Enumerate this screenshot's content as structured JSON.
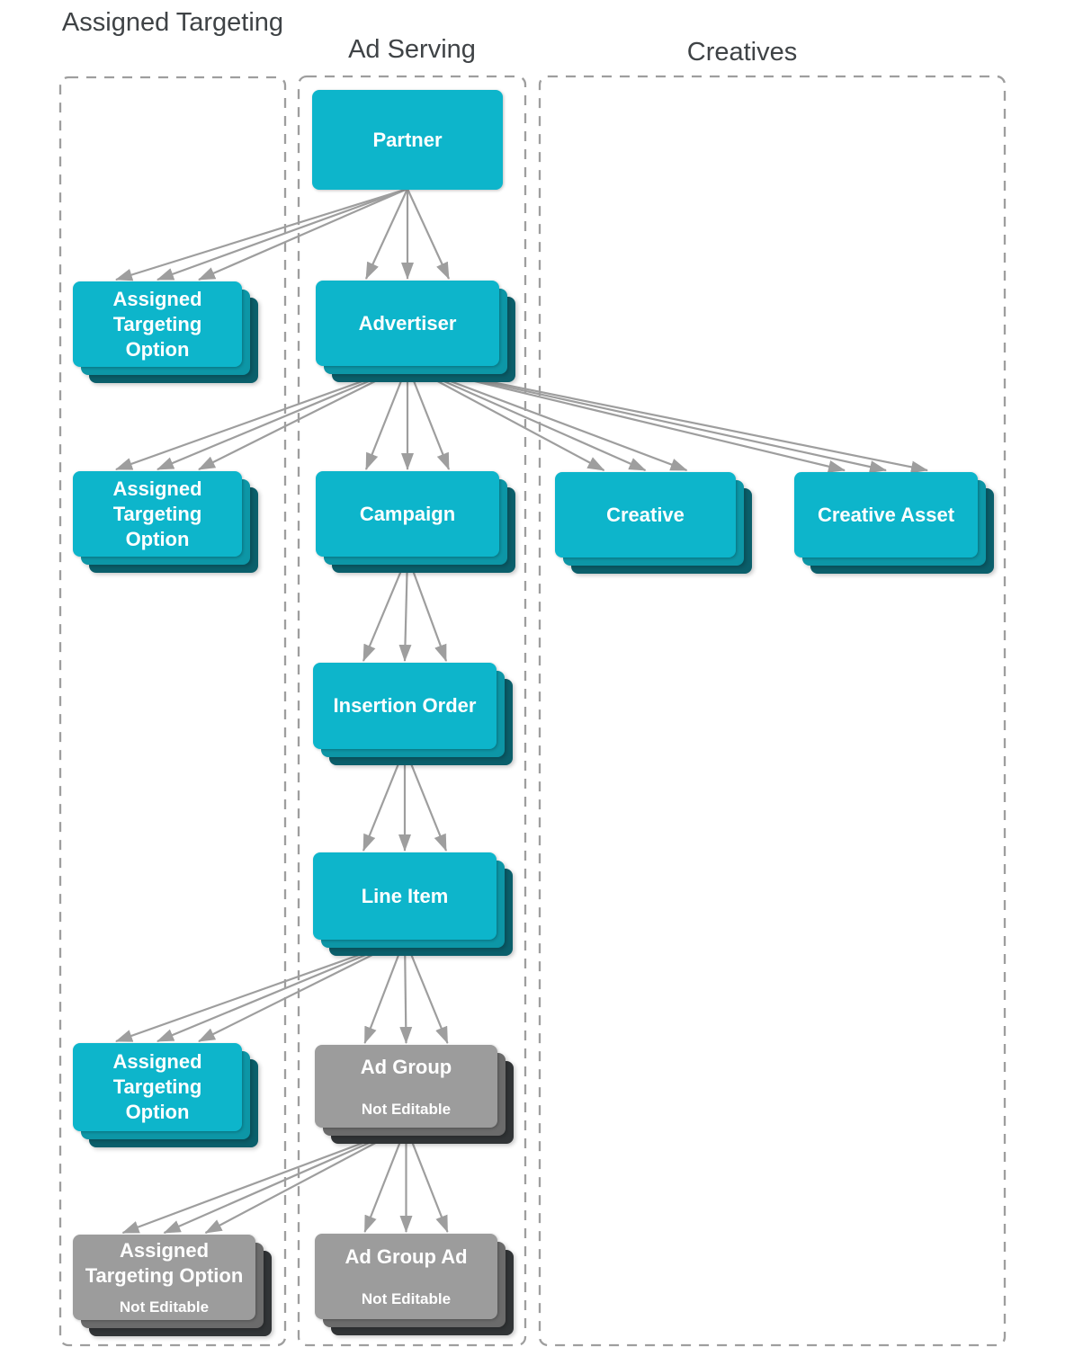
{
  "diagram": {
    "columns": [
      {
        "id": "assigned-targeting",
        "title": "Assigned Targeting"
      },
      {
        "id": "ad-serving",
        "title": "Ad Serving"
      },
      {
        "id": "creatives",
        "title": "Creatives"
      }
    ],
    "nodes": [
      {
        "id": "partner",
        "label": "Partner",
        "style": "cyan",
        "stacked": false,
        "column": "ad-serving"
      },
      {
        "id": "ato1",
        "label": "Assigned Targeting Option",
        "style": "cyan",
        "stacked": true,
        "column": "assigned-targeting"
      },
      {
        "id": "advertiser",
        "label": "Advertiser",
        "style": "cyan",
        "stacked": true,
        "column": "ad-serving"
      },
      {
        "id": "ato2",
        "label": "Assigned Targeting Option",
        "style": "cyan",
        "stacked": true,
        "column": "assigned-targeting"
      },
      {
        "id": "campaign",
        "label": "Campaign",
        "style": "cyan",
        "stacked": true,
        "column": "ad-serving"
      },
      {
        "id": "creative",
        "label": "Creative",
        "style": "cyan",
        "stacked": true,
        "column": "creatives"
      },
      {
        "id": "creative-asset",
        "label": "Creative Asset",
        "style": "cyan",
        "stacked": true,
        "column": "creatives"
      },
      {
        "id": "insertion-order",
        "label": "Insertion Order",
        "style": "cyan",
        "stacked": true,
        "column": "ad-serving"
      },
      {
        "id": "line-item",
        "label": "Line Item",
        "style": "cyan",
        "stacked": true,
        "column": "ad-serving"
      },
      {
        "id": "ato3",
        "label": "Assigned Targeting Option",
        "style": "cyan",
        "stacked": true,
        "column": "assigned-targeting"
      },
      {
        "id": "ad-group",
        "label": "Ad Group",
        "sublabel": "Not Editable",
        "style": "gray",
        "stacked": true,
        "column": "ad-serving"
      },
      {
        "id": "ato4",
        "label": "Assigned Targeting Option",
        "sublabel": "Not Editable",
        "style": "gray",
        "stacked": true,
        "column": "assigned-targeting"
      },
      {
        "id": "ad-group-ad",
        "label": "Ad Group Ad",
        "sublabel": "Not Editable",
        "style": "gray",
        "stacked": true,
        "column": "ad-serving"
      }
    ],
    "edges": [
      {
        "from": "partner",
        "to": "ato1"
      },
      {
        "from": "partner",
        "to": "advertiser"
      },
      {
        "from": "advertiser",
        "to": "ato2"
      },
      {
        "from": "advertiser",
        "to": "campaign"
      },
      {
        "from": "advertiser",
        "to": "creative"
      },
      {
        "from": "advertiser",
        "to": "creative-asset"
      },
      {
        "from": "campaign",
        "to": "insertion-order"
      },
      {
        "from": "insertion-order",
        "to": "line-item"
      },
      {
        "from": "line-item",
        "to": "ato3"
      },
      {
        "from": "line-item",
        "to": "ad-group"
      },
      {
        "from": "ad-group",
        "to": "ato4"
      },
      {
        "from": "ad-group",
        "to": "ad-group-ad"
      }
    ],
    "colors": {
      "node_cyan": "#0db5cb",
      "node_cyan_mid": "#0d96a6",
      "node_cyan_dark": "#0b5f6b",
      "node_gray": "#9c9c9c",
      "node_gray_mid": "#6b6b6b",
      "node_gray_dark": "#323537",
      "arrow": "#9e9e9e",
      "column_border": "#9e9e9e",
      "title_text": "#3f4346",
      "node_text": "#ffffff"
    }
  }
}
